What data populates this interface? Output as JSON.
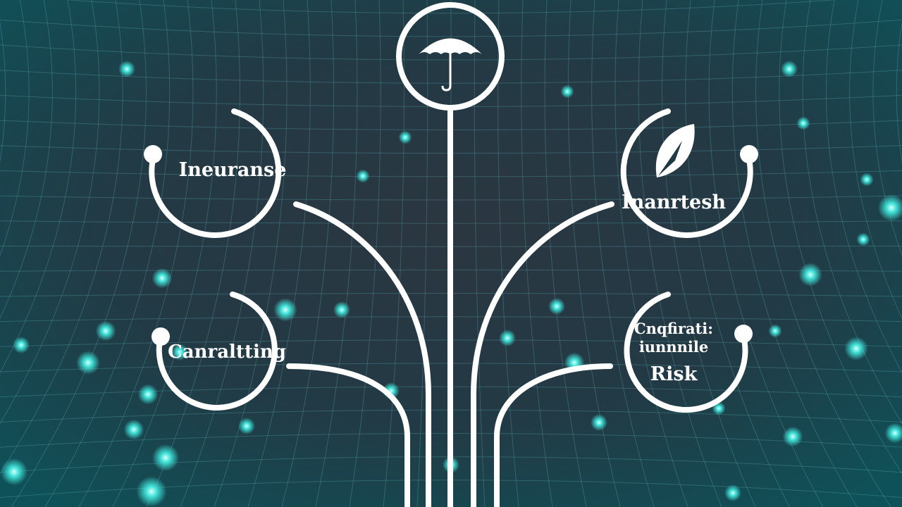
{
  "colors": {
    "background_edge": "#11505a",
    "background_center": "#2a3540",
    "grid": "#5aa7ad",
    "glow": "#3fe0d6",
    "line": "#ffffff"
  },
  "top_node": {
    "icon": "umbrella-icon"
  },
  "nodes": {
    "left_upper": {
      "label": "Ineuranse"
    },
    "left_lower": {
      "label": "Canraltting"
    },
    "right_upper": {
      "label": "Inanrtesh",
      "icon": "leaf-icon"
    },
    "right_lower": {
      "lines": [
        "Cnqfirati:",
        "iunnnile",
        "Risk"
      ]
    }
  }
}
